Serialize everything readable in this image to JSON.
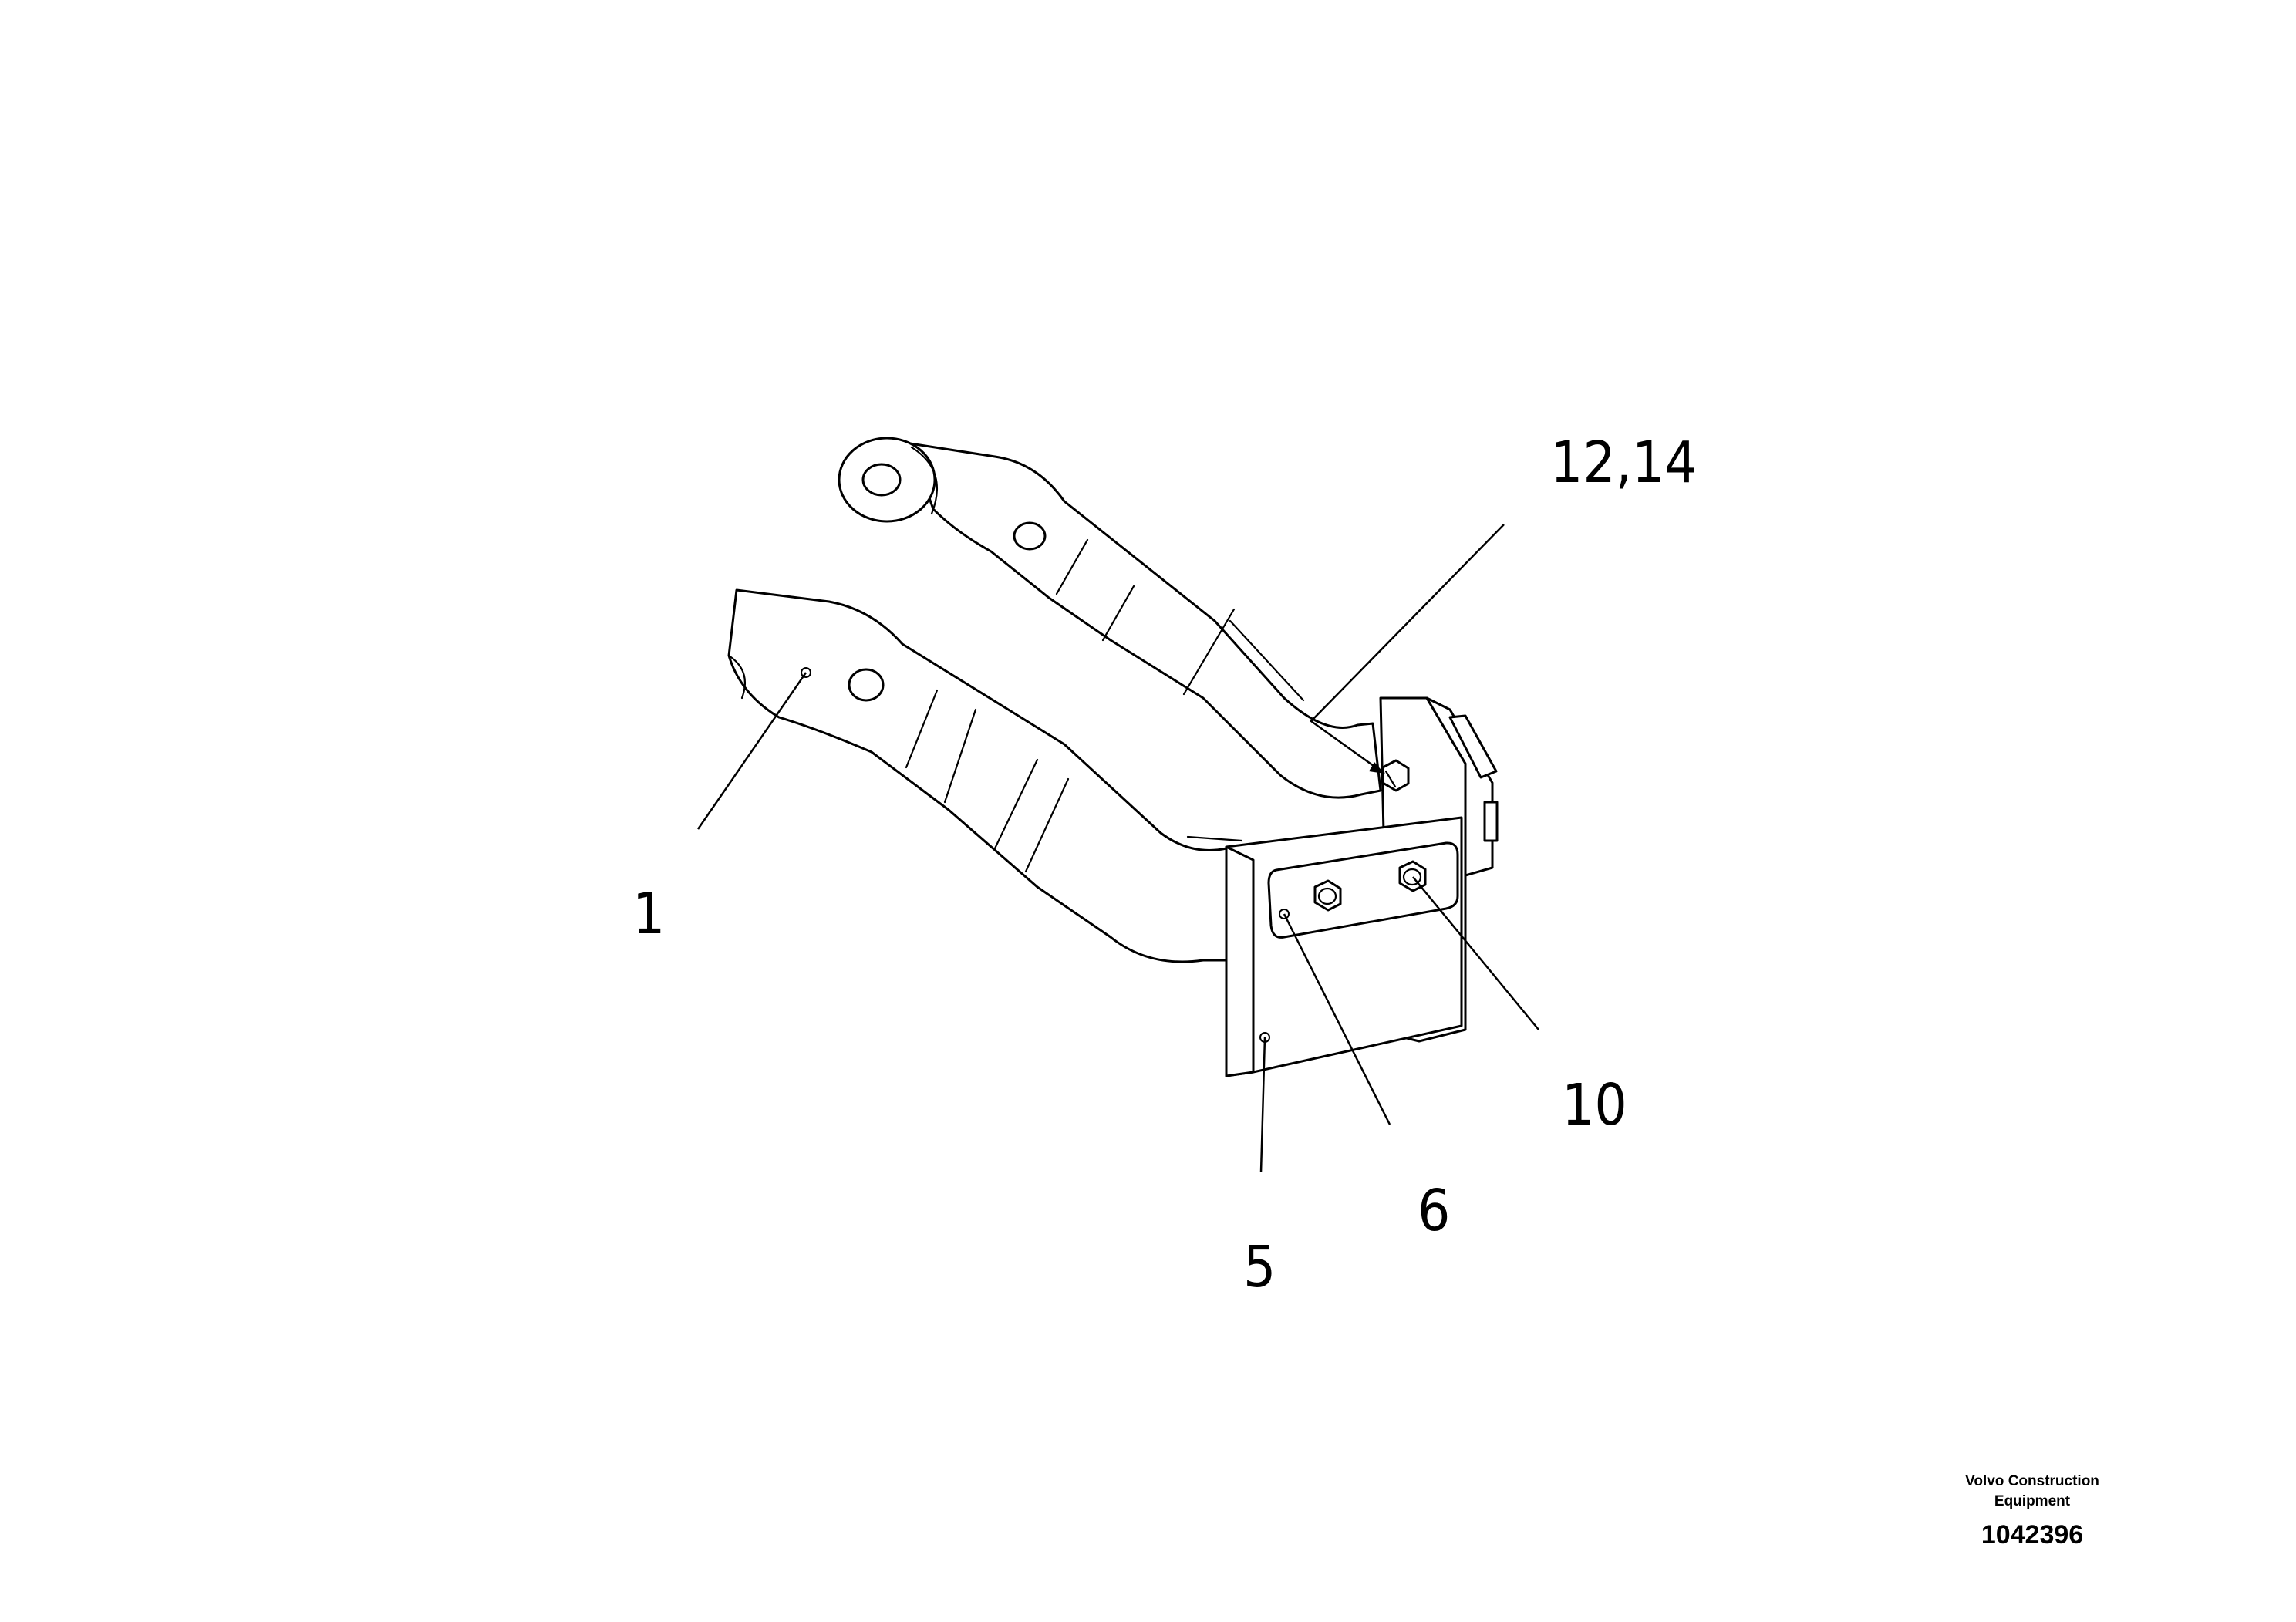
{
  "callouts": {
    "c1": "1",
    "c5": "5",
    "c6": "6",
    "c10": "10",
    "c12_14": "12,14"
  },
  "stamp": {
    "company": "Volvo Construction Equipment",
    "drawing_number": "1042396"
  }
}
